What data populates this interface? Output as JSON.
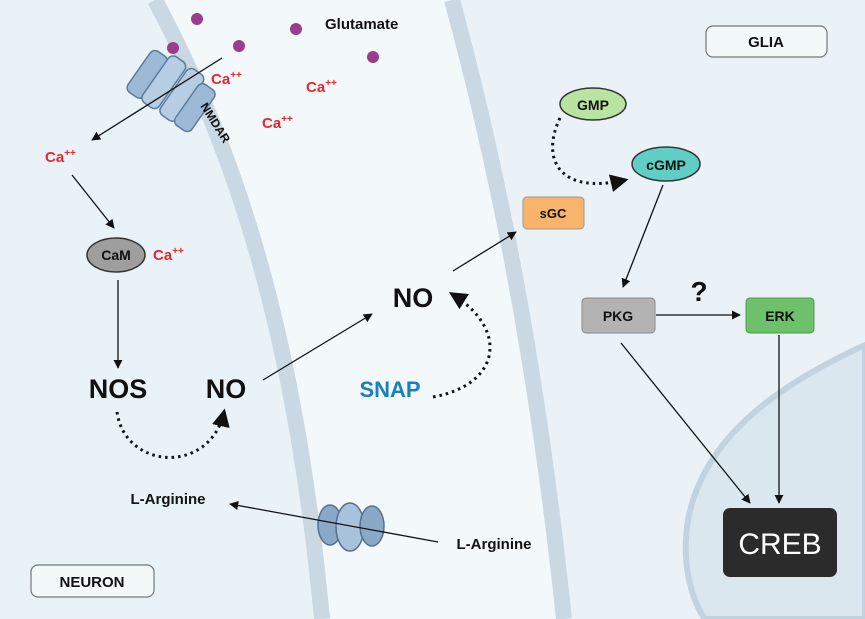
{
  "labels": {
    "glutamate": "Glutamate",
    "glia": "GLIA",
    "neuron": "NEURON",
    "nmdar": "NMDAR",
    "ca1": "Ca",
    "ca2": "Ca",
    "ca3": "Ca",
    "ca4": "Ca",
    "ca5": "Ca",
    "ca_sup": "++",
    "cam": "CaM",
    "nos": "NOS",
    "no_neuron": "NO",
    "no_center": "NO",
    "snap": "SNAP",
    "l_arginine_left": "L-Arginine",
    "l_arginine_right": "L-Arginine",
    "gmp": "GMP",
    "cgmp": "cGMP",
    "sgc": "sGC",
    "pkg": "PKG",
    "erk": "ERK",
    "question": "?",
    "creb": "CREB"
  },
  "colors": {
    "background": "#ffffff",
    "neuron_fill": "#e9f2f7",
    "extracellular_fill": "#f3f8fb",
    "glia_fill": "#eaf2f7",
    "membrane": "#c9d8e3",
    "nucleus": "#c9d8e4",
    "calcium_red": "#e8262b",
    "snap_blue": "#1a7fbf",
    "glutamate_dot": "#9b3d8e",
    "cam_gray": "#9e9e9e",
    "pkg_gray": "#b3b3b3",
    "erk_green": "#6cc16a",
    "gmp_green": "#b9e3a0",
    "cgmp_teal": "#5fcfc6",
    "sgc_orange": "#f9b46b",
    "creb_dark": "#2b2b2b",
    "receptor_blue": "#9cb9d6"
  }
}
